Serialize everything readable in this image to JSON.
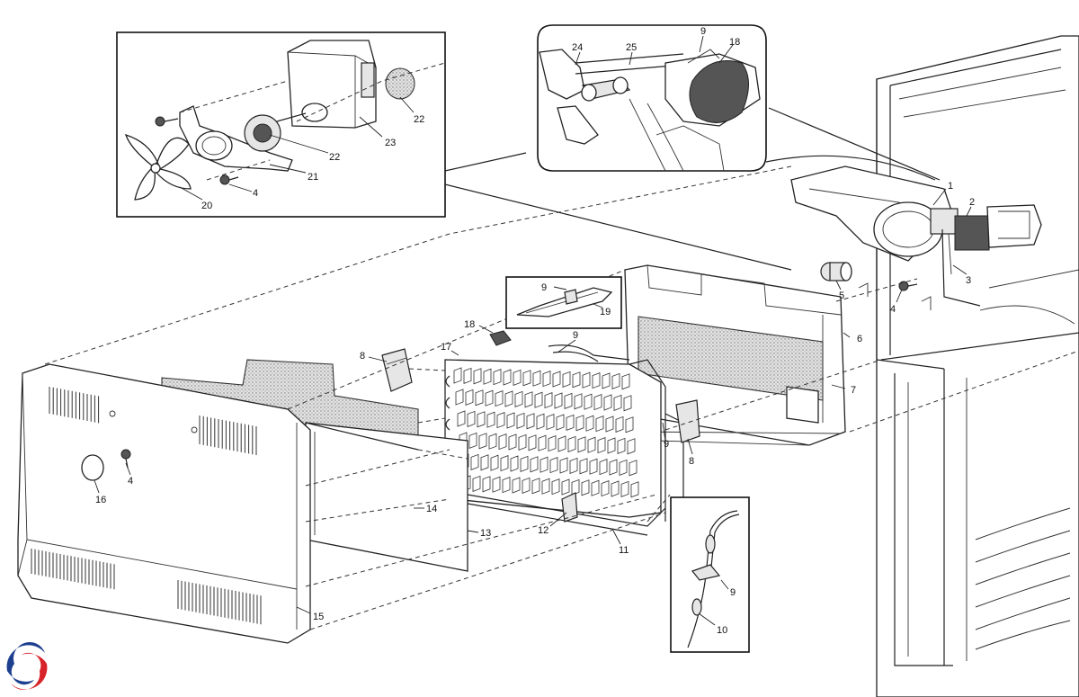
{
  "callouts": [
    {
      "id": "c1",
      "label": "1"
    },
    {
      "id": "c2",
      "label": "2"
    },
    {
      "id": "c3",
      "label": "3"
    },
    {
      "id": "c4a",
      "label": "4"
    },
    {
      "id": "c4b",
      "label": "4"
    },
    {
      "id": "c4c",
      "label": "4"
    },
    {
      "id": "c5",
      "label": "5"
    },
    {
      "id": "c6",
      "label": "6"
    },
    {
      "id": "c7",
      "label": "7"
    },
    {
      "id": "c8a",
      "label": "8"
    },
    {
      "id": "c8b",
      "label": "8"
    },
    {
      "id": "c9a",
      "label": "9"
    },
    {
      "id": "c9b",
      "label": "9"
    },
    {
      "id": "c9c",
      "label": "9"
    },
    {
      "id": "c9d",
      "label": "9"
    },
    {
      "id": "c9e",
      "label": "9"
    },
    {
      "id": "c10",
      "label": "10"
    },
    {
      "id": "c11",
      "label": "11"
    },
    {
      "id": "c12",
      "label": "12"
    },
    {
      "id": "c13",
      "label": "13"
    },
    {
      "id": "c14",
      "label": "14"
    },
    {
      "id": "c15",
      "label": "15"
    },
    {
      "id": "c16",
      "label": "16"
    },
    {
      "id": "c17",
      "label": "17"
    },
    {
      "id": "c18a",
      "label": "18"
    },
    {
      "id": "c18b",
      "label": "18"
    },
    {
      "id": "c19",
      "label": "19"
    },
    {
      "id": "c20",
      "label": "20"
    },
    {
      "id": "c21",
      "label": "21"
    },
    {
      "id": "c22a",
      "label": "22"
    },
    {
      "id": "c22b",
      "label": "22"
    },
    {
      "id": "c23",
      "label": "23"
    },
    {
      "id": "c24",
      "label": "24"
    },
    {
      "id": "c25",
      "label": "25"
    }
  ],
  "logo": {
    "icon": "brand-swirl-logo",
    "colors": [
      "#1d3f8f",
      "#d8232a"
    ]
  }
}
